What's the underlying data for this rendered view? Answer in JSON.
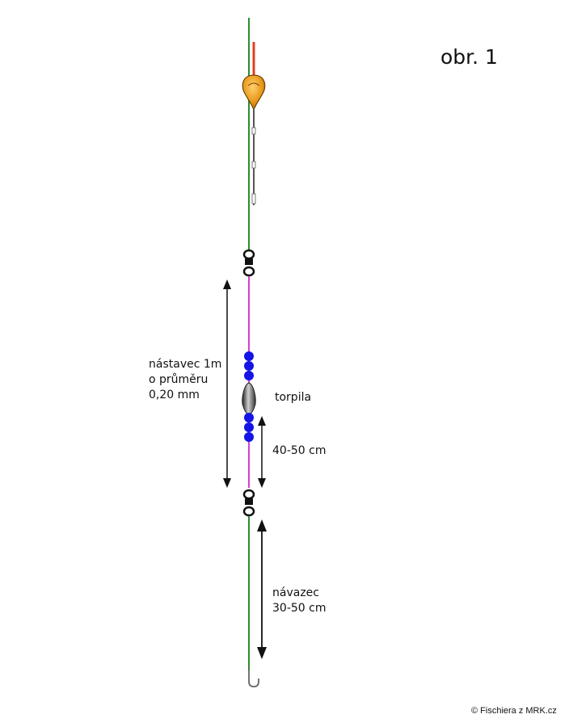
{
  "title": "obr. 1",
  "credit": "© Fischiera z MRK.cz",
  "labels": {
    "extension_line1": "nástavec 1m",
    "extension_line2": "o průměru",
    "extension_line3": "0,20 mm",
    "sinker": "torpila",
    "sinker_distance": "40-50 cm",
    "leader_line1": "návazec",
    "leader_line2": "30-50 cm"
  },
  "colors": {
    "main_line": "#2e8b2e",
    "extension_line": "#d23fd2",
    "beads": "#1414e6",
    "float_body": "#e8a020",
    "float_tip": "#e04020",
    "swivel": "#111111",
    "arrows": "#111111"
  },
  "icons": [
    "float-icon",
    "swivel-icon",
    "bead-icon",
    "sinker-icon",
    "hook-icon",
    "arrow-icon"
  ]
}
